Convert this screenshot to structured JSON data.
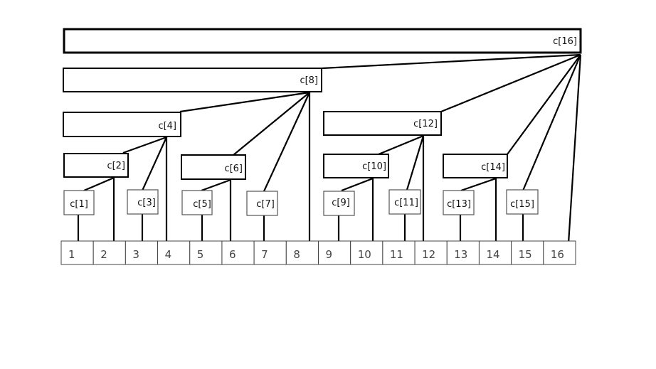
{
  "nodes": {
    "c1": "c[1]",
    "c2": "c[2]",
    "c3": "c[3]",
    "c4": "c[4]",
    "c5": "c[5]",
    "c6": "c[6]",
    "c7": "c[7]",
    "c8": "c[8]",
    "c9": "c[9]",
    "c10": "c[10]",
    "c11": "c[11]",
    "c12": "c[12]",
    "c13": "c[13]",
    "c14": "c[14]",
    "c15": "c[15]",
    "c16": "c[16]"
  },
  "array": [
    "1",
    "2",
    "3",
    "4",
    "5",
    "6",
    "7",
    "8",
    "9",
    "10",
    "11",
    "12",
    "13",
    "14",
    "15",
    "16"
  ]
}
